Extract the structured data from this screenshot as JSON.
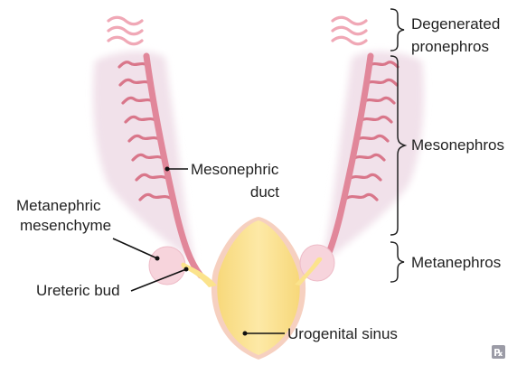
{
  "labels": {
    "degenerated_pronephros_line1": "Degenerated",
    "degenerated_pronephros_line2": "pronephros",
    "mesonephros": "Mesonephros",
    "metanephros": "Metanephros",
    "mesonephric_duct_line1": "Mesonephric",
    "mesonephric_duct_line2": "duct",
    "metanephric_mesenchyme_line1": "Metanephric",
    "metanephric_mesenchyme_line2": "mesenchyme",
    "ureteric_bud": "Ureteric bud",
    "urogenital_sinus": "Urogenital sinus"
  },
  "logo": {
    "glyph": "℞"
  },
  "colors": {
    "mesonephros_field": "#f3e6ee",
    "tubule": "#d9768a",
    "pronephros_wave": "#f0a8b6",
    "duct": "#e1879a",
    "urogenital_sinus": "#fde492",
    "ureteric_bud": "#fbe38c",
    "metanephric_mesenchyme": "#f7cfd8",
    "logo_bg": "#9b9ba6"
  }
}
